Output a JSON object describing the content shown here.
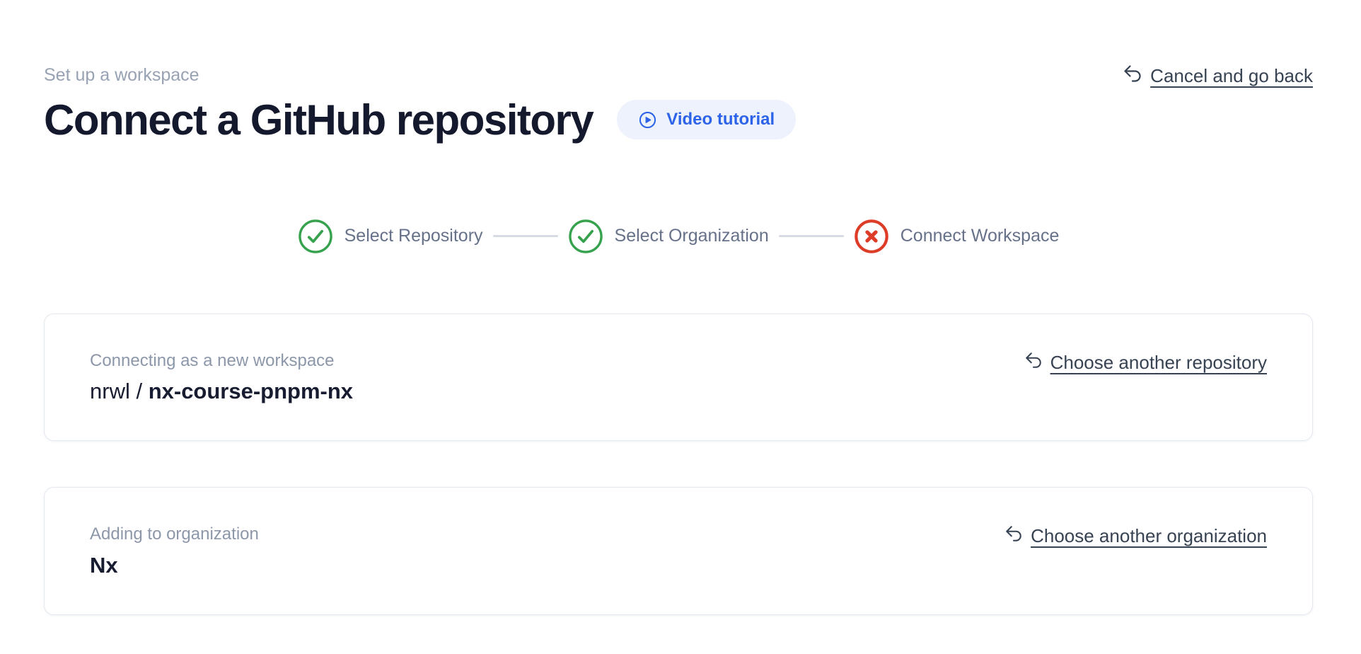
{
  "page": {
    "eyebrow": "Set up a workspace",
    "title": "Connect a GitHub repository"
  },
  "header": {
    "video_tutorial_label": "Video tutorial",
    "cancel_link_label": "Cancel and go back"
  },
  "stepper": {
    "steps": [
      {
        "label": "Select Repository",
        "status": "complete"
      },
      {
        "label": "Select Organization",
        "status": "complete"
      },
      {
        "label": "Connect Workspace",
        "status": "error"
      }
    ]
  },
  "repository_card": {
    "label": "Connecting as a new workspace",
    "owner": "nrwl / ",
    "repo": "nx-course-pnpm-nx",
    "change_link_label": "Choose another repository"
  },
  "organization_card": {
    "label": "Adding to organization",
    "name": "Nx",
    "change_link_label": "Choose another organization"
  },
  "icons": {
    "video": "play-circle-icon",
    "back": "undo-arrow-icon",
    "step_complete": "check-circle-icon",
    "step_error": "x-circle-icon"
  },
  "colors": {
    "accent_blue": "#2c63e8",
    "accent_blue_bg": "#edf2fd",
    "success_green": "#37a24e",
    "error_red": "#dc3c28",
    "link_text": "#374252",
    "muted_text": "#8d97aa",
    "step_text": "#67718a",
    "heading_text": "#14192d",
    "card_border": "#e4e8ef",
    "connector": "#d6dbe4"
  }
}
